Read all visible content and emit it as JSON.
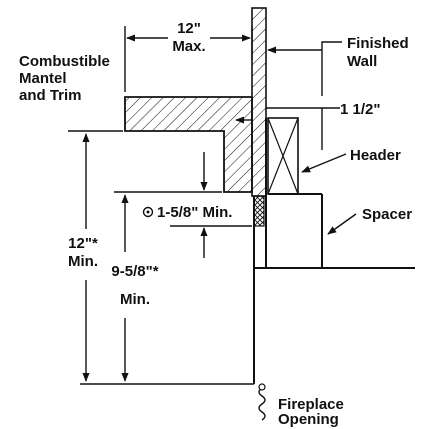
{
  "labels": {
    "max_top": "12\"",
    "max_bottom": "Max.",
    "finished_top": "Finished",
    "finished_bottom": "Wall",
    "mantel_1": "Combustible",
    "mantel_2": "Mantel",
    "mantel_3": "and Trim",
    "gap": "1 1/2\"",
    "header": "Header",
    "min_158": "1-5/8\" Min.",
    "spacer": "Spacer",
    "min12_top": "12\"*",
    "min12_bottom": "Min.",
    "min958_top": "9-5/8\"*",
    "min958_bottom": "Min.",
    "fireplace_top": "Fireplace",
    "fireplace_bottom": "Opening"
  },
  "colors": {
    "ink": "#111111",
    "background": "#ffffff"
  }
}
